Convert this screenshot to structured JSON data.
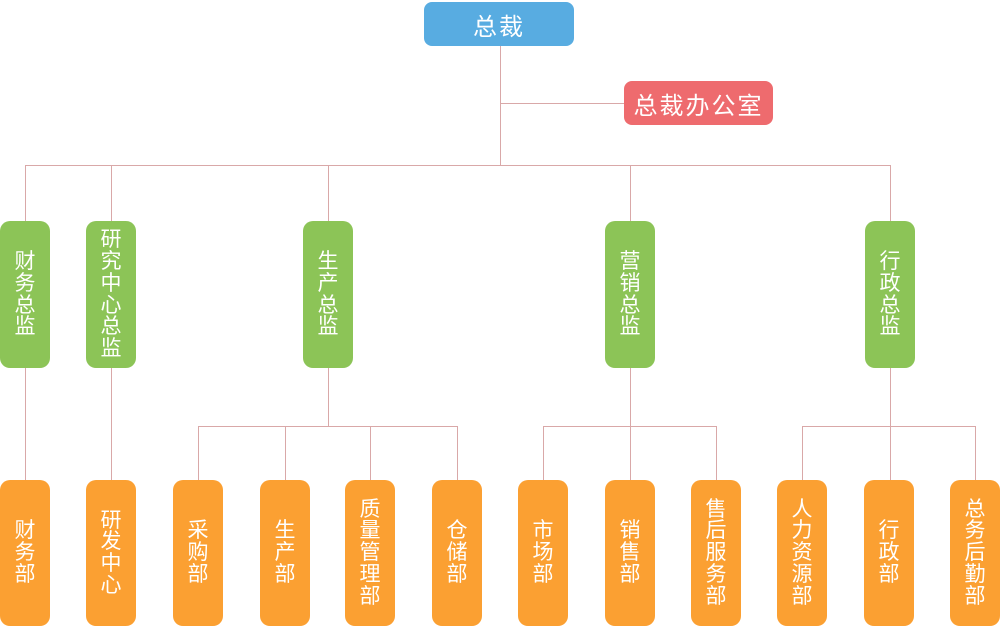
{
  "colors": {
    "president": "#58ACE1",
    "office": "#EE6B6E",
    "director": "#8CC457",
    "department": "#FBA032",
    "line": "#D9A8A8",
    "text": "#FFFFFF",
    "background": "#FFFFFF"
  },
  "org": {
    "label": "总裁",
    "assistant": {
      "label": "总裁办公室"
    },
    "children": [
      {
        "label": "财务总监",
        "children": [
          {
            "label": "财务部"
          }
        ]
      },
      {
        "label": "研究中心总监",
        "children": [
          {
            "label": "研发中心"
          }
        ]
      },
      {
        "label": "生产总监",
        "children": [
          {
            "label": "采购部"
          },
          {
            "label": "生产部"
          },
          {
            "label": "质量管理部"
          },
          {
            "label": "仓储部"
          }
        ]
      },
      {
        "label": "营销总监",
        "children": [
          {
            "label": "市场部"
          },
          {
            "label": "销售部"
          },
          {
            "label": "售后服务部"
          }
        ]
      },
      {
        "label": "行政总监",
        "children": [
          {
            "label": "人力资源部"
          },
          {
            "label": "行政部"
          },
          {
            "label": "总务后勤部"
          }
        ]
      }
    ]
  }
}
